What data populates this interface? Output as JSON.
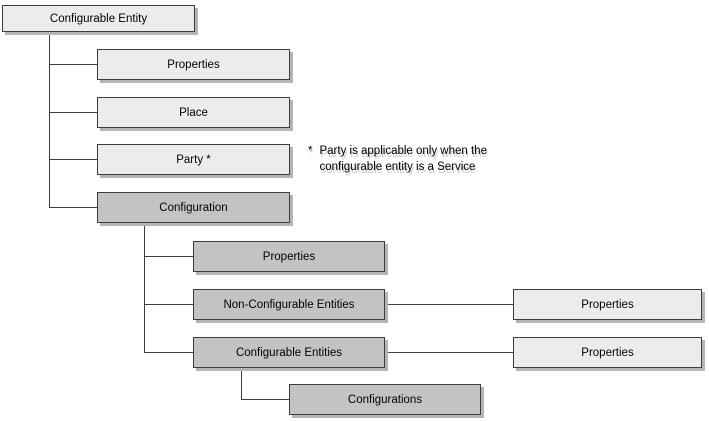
{
  "nodes": {
    "configurable_entity": {
      "label": "Configurable Entity"
    },
    "properties_1": {
      "label": "Properties"
    },
    "place": {
      "label": "Place"
    },
    "party": {
      "label": "Party *"
    },
    "configuration": {
      "label": "Configuration"
    },
    "config_properties": {
      "label": "Properties"
    },
    "non_configurable_entities": {
      "label": "Non-Configurable Entities"
    },
    "configurable_entities": {
      "label": "Configurable Entities"
    },
    "configurations": {
      "label": "Configurations"
    },
    "nce_properties": {
      "label": "Properties"
    },
    "ce_properties": {
      "label": "Properties"
    }
  },
  "note": {
    "marker": "*",
    "line1": "Party is applicable only when the",
    "line2": "configurable entity is a Service"
  },
  "colors": {
    "light_box_fill": "#ececec",
    "dark_box_fill": "#c3c3c3",
    "border": "#3d3d3d",
    "shadow": "#b5b5b5",
    "background": "#ffffff"
  }
}
